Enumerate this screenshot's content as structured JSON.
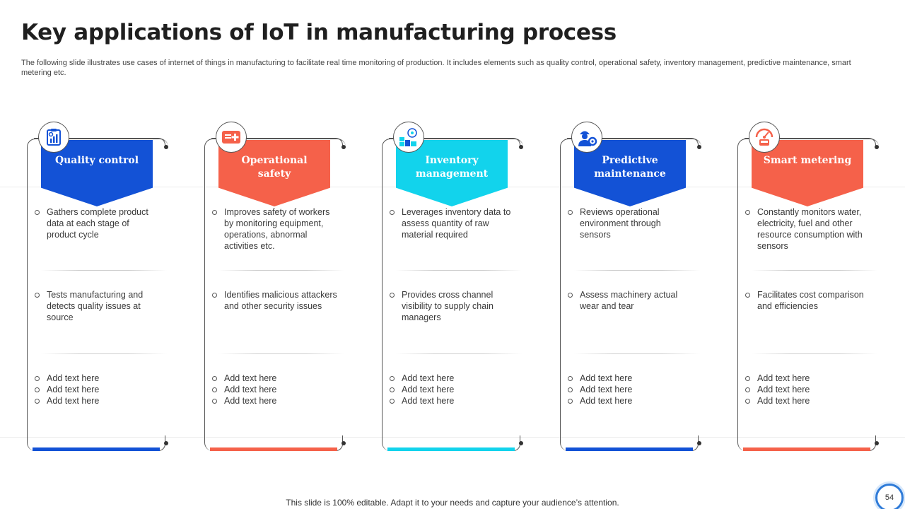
{
  "title": "Key applications of IoT in manufacturing process",
  "subtitle": "The following slide illustrates use cases of internet of things in manufacturing to facilitate real time monitoring of production. It includes elements such as quality control, operational safety, inventory management, predictive maintenance, smart metering etc.",
  "footer": "This slide is 100% editable. Adapt it to your needs and capture your audience’s attention.",
  "page_number": "54",
  "colors": {
    "blue": "#1352d6",
    "orange": "#f5614a",
    "cyan": "#12d3ec"
  },
  "cards": [
    {
      "heading": "Quality control",
      "icon": "clipboard-chart-icon",
      "color": "#1352d6",
      "bullets1": [
        "Gathers complete product data at each stage of product cycle"
      ],
      "bullets2": [
        "Tests manufacturing and detects quality issues at source"
      ],
      "bullets3": [
        "Add text here",
        "Add text here",
        "Add text here"
      ]
    },
    {
      "heading": "Operational safety",
      "icon": "safety-card-icon",
      "color": "#f5614a",
      "bullets1": [
        "Improves safety of workers by monitoring equipment, operations, abnormal activities etc."
      ],
      "bullets2": [
        "Identifies malicious attackers and other security issues"
      ],
      "bullets3": [
        "Add text here",
        "Add text here",
        "Add text here"
      ]
    },
    {
      "heading": "Inventory management",
      "icon": "inventory-boxes-icon",
      "color": "#12d3ec",
      "bullets1": [
        "Leverages inventory data to assess quantity of raw material required"
      ],
      "bullets2": [
        "Provides cross channel visibility to supply chain managers"
      ],
      "bullets3": [
        "Add text here",
        "Add text here",
        "Add text here"
      ]
    },
    {
      "heading": "Predictive maintenance",
      "icon": "worker-gear-icon",
      "color": "#1352d6",
      "bullets1": [
        "Reviews operational environment through sensors"
      ],
      "bullets2": [
        "Assess machinery actual wear and tear"
      ],
      "bullets3": [
        "Add text here",
        "Add text here",
        "Add text here"
      ]
    },
    {
      "heading": "Smart metering",
      "icon": "meter-gauge-icon",
      "color": "#f5614a",
      "bullets1": [
        "Constantly monitors water, electricity, fuel and other resource consumption with sensors"
      ],
      "bullets2": [
        "Facilitates cost comparison and efficiencies"
      ],
      "bullets3": [
        "Add text here",
        "Add text here",
        "Add text here"
      ]
    }
  ]
}
